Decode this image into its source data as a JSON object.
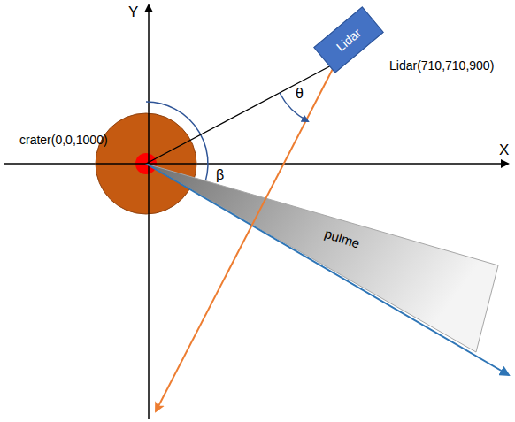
{
  "diagram": {
    "nodes": [
      {
        "text": [
          "Lidar"
        ]
      },
      {
        "text": [
          "pulme"
        ]
      }
    ],
    "labels": [
      "Y",
      "X",
      "crater(0,0,1000)",
      "Lidar(710,710,900)",
      "θ",
      "β"
    ]
  }
}
